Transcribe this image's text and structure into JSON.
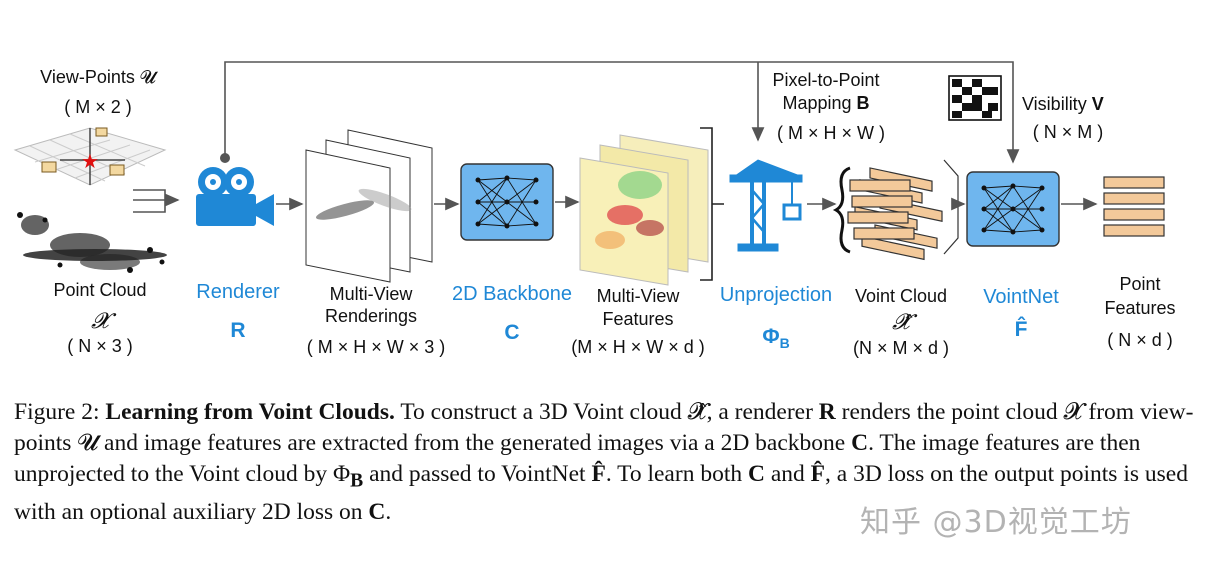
{
  "diagram": {
    "viewpoints": {
      "title": "View-Points 𝓤",
      "dims": "( M × 2 )"
    },
    "point_cloud": {
      "title": "Point Cloud",
      "symbol": "𝓧",
      "dims": "( N × 3 )"
    },
    "renderer": {
      "title": "Renderer",
      "symbol": "R"
    },
    "multiview_renderings": {
      "line1": "Multi-View",
      "line2": "Renderings",
      "dims": "( M × H × W × 3 )"
    },
    "backbone": {
      "title": "2D Backbone",
      "symbol": "C"
    },
    "multiview_features": {
      "line1": "Multi-View",
      "line2": "Features",
      "dims": "(M × H × W × d )"
    },
    "unprojection": {
      "title": "Unprojection",
      "symbol": "Φ",
      "subscript": "B"
    },
    "mapping": {
      "line1": "Pixel-to-Point",
      "line2": "Mapping",
      "bold": "B",
      "dims": "( M × H × W )"
    },
    "voint_cloud": {
      "title": "Voint Cloud",
      "symbol": "𝓧̂",
      "dims": "(N × M × d )"
    },
    "visibility": {
      "title": "Visibility",
      "bold": "V",
      "dims": "( N × M )"
    },
    "vointnet": {
      "title": "VointNet",
      "symbol": "F̂"
    },
    "point_features": {
      "line1": "Point",
      "line2": "Features",
      "dims": "( N × d )"
    },
    "colors": {
      "accent": "#1f88d6",
      "box_fill": "#6fb6ee",
      "voint_bar": "#f3c99a"
    }
  },
  "caption": {
    "label": "Figure 2:",
    "bold_title": "Learning from Voint Clouds.",
    "segments": [
      "To construct a 3D Voint cloud 𝓧̂, a renderer ",
      "R",
      " renders the point cloud 𝓧 from view-points 𝓤 and image features are extracted from the generated images via a 2D backbone ",
      "C",
      ". The image features are then unprojected to the Voint cloud by Φ",
      "B",
      " and passed to VointNet ",
      "F̂",
      ". To learn both ",
      "C",
      " and ",
      "F̂",
      ", a 3D loss on the output points is used with an optional auxiliary 2D loss on ",
      "C",
      "."
    ]
  },
  "watermark": "知乎 @3D视觉工坊"
}
